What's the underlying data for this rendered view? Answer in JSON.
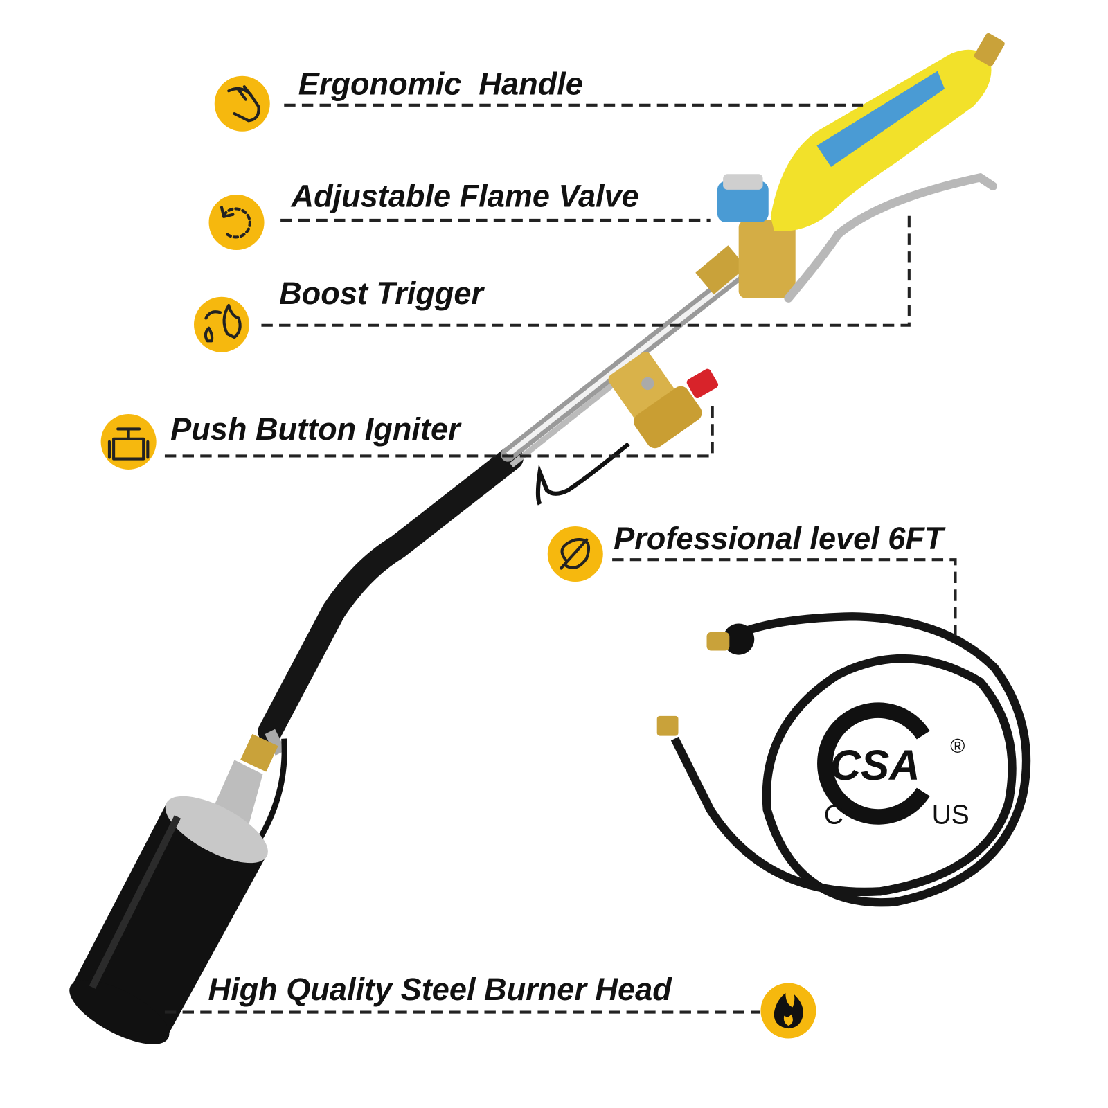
{
  "labels": {
    "handle": "Ergonomic  Handle",
    "valve": "Adjustable Flame Valve",
    "trigger": "Boost Trigger",
    "igniter": "Push Button Igniter",
    "hose": "Professional level 6FT",
    "burner": "High Quality Steel Burner Head"
  },
  "certification": {
    "logo": "CSA",
    "left": "C",
    "right": "US",
    "registered": "®"
  },
  "colors": {
    "accent": "#F6B80E",
    "handle": "#F2E12A",
    "grip": "#4A9BD4",
    "brass": "#C9A23A"
  }
}
